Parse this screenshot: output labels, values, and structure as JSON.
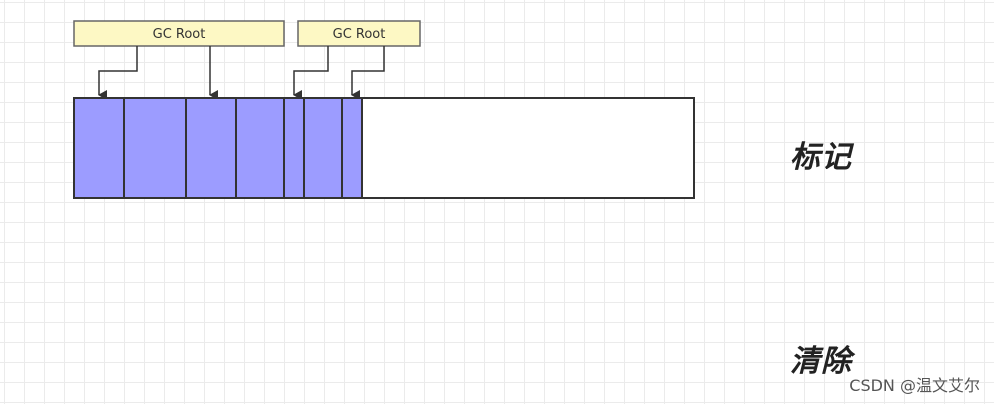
{
  "roots": [
    {
      "label": "GC Root"
    },
    {
      "label": "GC Root"
    }
  ],
  "phases": {
    "mark": "标记",
    "sweep": "清除"
  },
  "colors": {
    "marked_block": "#9c9cff",
    "free_space": "#ffffff",
    "root_box": "#fdf8c4",
    "root_border": "#666666",
    "outline": "#333333"
  },
  "watermark": "CSDN @温文艾尔"
}
